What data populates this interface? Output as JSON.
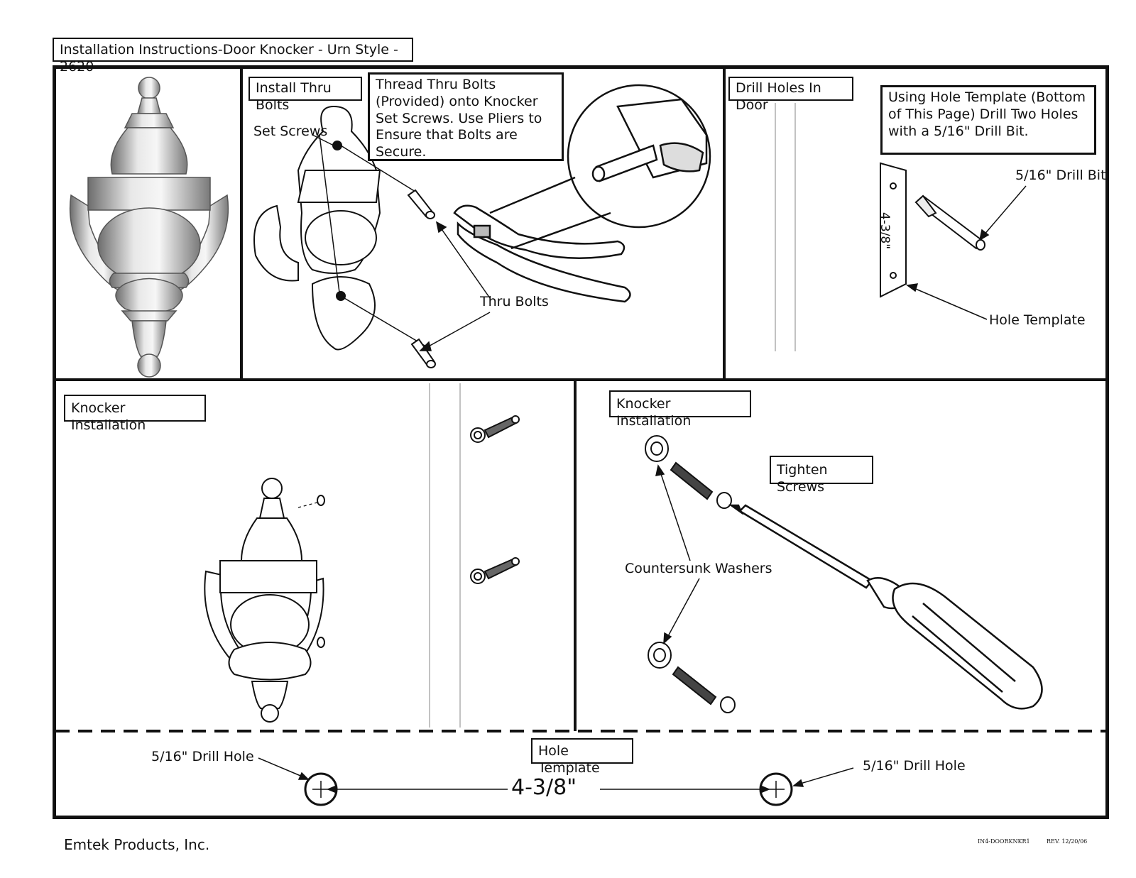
{
  "header": {
    "title": "Installation Instructions-Door Knocker - Urn Style - 2620"
  },
  "step1": {
    "heading": "Install Thru Bolts",
    "note": "Thread Thru Bolts (Provided) onto Knocker Set Screws.  Use Pliers to Ensure that Bolts are Secure.",
    "label_set_screws": "Set Screws",
    "label_thru_bolts": "Thru Bolts"
  },
  "step2": {
    "heading": "Drill Holes In Door",
    "note": "Using Hole Template  (Bottom of This Page) Drill Two Holes with a 5/16\"  Drill Bit.",
    "label_drill_bit": "5/16\" Drill Bit",
    "label_hole_template": "Hole Template",
    "template_dimension": "4-3/8\""
  },
  "step3": {
    "heading": "Knocker Installation"
  },
  "step4": {
    "heading": "Knocker Installation",
    "label_tighten": "Tighten Screws",
    "label_washers": "Countersunk Washers"
  },
  "template": {
    "heading": "Hole Template",
    "left_hole_label": "5/16\" Drill Hole",
    "right_hole_label": "5/16\" Drill Hole",
    "dimension": "4-3/8\""
  },
  "footer": {
    "company": "Emtek Products, Inc.",
    "doc_code": "IN4-DOORKNKR1",
    "revision": "REV. 12/20/06"
  }
}
